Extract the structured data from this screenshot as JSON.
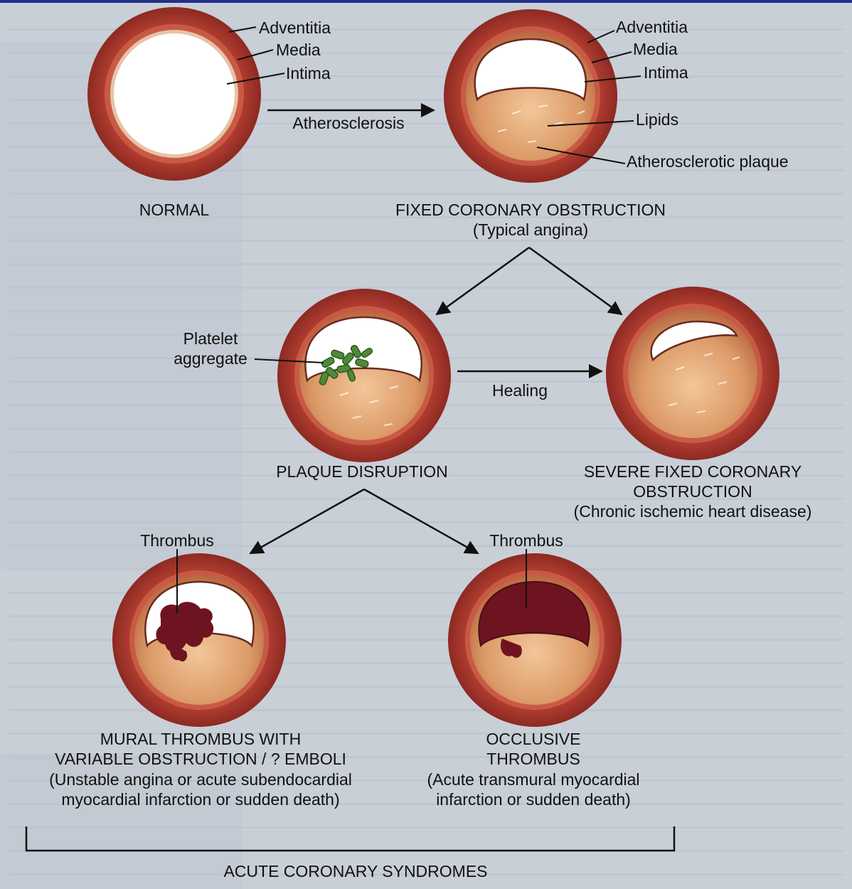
{
  "labels": {
    "adventitia": "Adventitia",
    "media": "Media",
    "intima": "Intima",
    "lipids": "Lipids",
    "atherosclerotic_plaque": "Atherosclerotic plaque",
    "atherosclerosis": "Atherosclerosis",
    "platelet_aggregate_1": "Platelet",
    "platelet_aggregate_2": "aggregate",
    "healing": "Healing",
    "thrombus": "Thrombus"
  },
  "stages": {
    "normal": {
      "title": "NORMAL"
    },
    "fixed": {
      "title": "FIXED CORONARY OBSTRUCTION",
      "subtitle": "(Typical angina)"
    },
    "disruption": {
      "title": "PLAQUE DISRUPTION"
    },
    "severe": {
      "title_1": "SEVERE FIXED CORONARY",
      "title_2": "OBSTRUCTION",
      "subtitle": "(Chronic ischemic heart disease)"
    },
    "mural": {
      "title_1": "MURAL THROMBUS WITH",
      "title_2": "VARIABLE OBSTRUCTION / ? EMBOLI",
      "subtitle_1": "(Unstable angina or acute subendocardial",
      "subtitle_2": "myocardial infarction or sudden death)"
    },
    "occlusive": {
      "title_1": "OCCLUSIVE",
      "title_2": "THROMBUS",
      "subtitle_1": "(Acute transmural myocardial",
      "subtitle_2": "infarction or sudden death)"
    }
  },
  "bracket_label": "ACUTE CORONARY SYNDROMES",
  "colors": {
    "adventitia": "#a0322b",
    "media": "#c65a44",
    "intima": "#e2b59a",
    "lumen": "#ffffff",
    "plaque": "#d9956a",
    "thrombus": "#6e1420",
    "platelet": "#4e8a3a"
  }
}
